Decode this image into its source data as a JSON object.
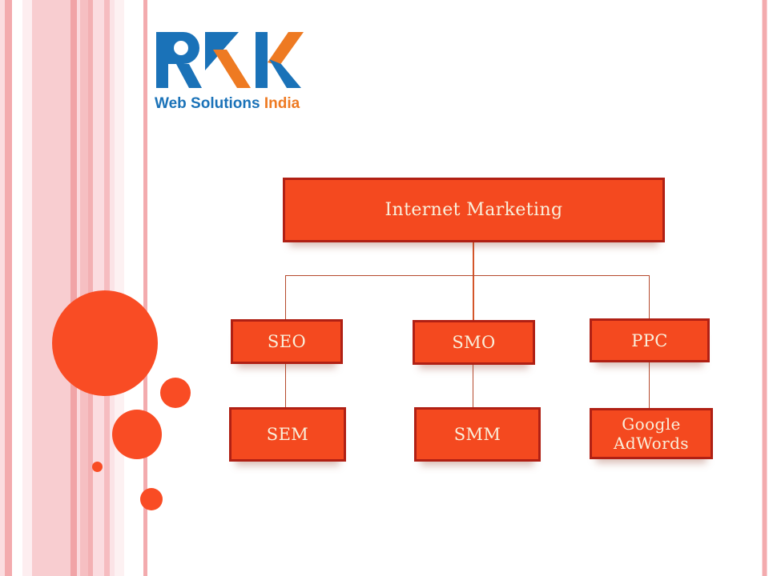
{
  "logo": {
    "name": "RNK",
    "tagline_primary": "Web Solutions",
    "tagline_accent": "India"
  },
  "diagram": {
    "root_label": "Internet Marketing",
    "columns": [
      {
        "top": "SEO",
        "bottom": "SEM"
      },
      {
        "top": "SMO",
        "bottom": "SMM"
      },
      {
        "top": "PPC",
        "bottom": "Google AdWords"
      }
    ]
  },
  "colors": {
    "box_fill": "#f4491f",
    "box_border": "#b02014",
    "box_text": "#f9f0dc",
    "connector": "#b5492c",
    "connector_center": "#d4562a",
    "circle": "#f94c24",
    "logo_blue": "#1a72b8",
    "logo_orange": "#ee7a22",
    "stripe_pink": "#f3abae"
  }
}
